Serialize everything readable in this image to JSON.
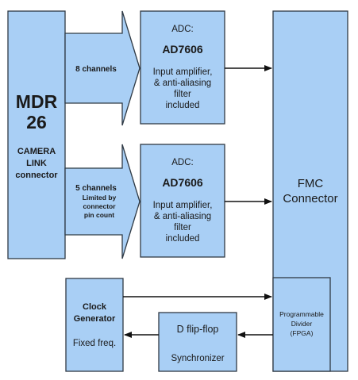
{
  "mdr": {
    "title_line1": "MDR",
    "title_line2": "26",
    "sub_line1": "CAMERA",
    "sub_line2": "LINK",
    "sub_line3": "connector"
  },
  "arrow_top": {
    "label": "8 channels"
  },
  "arrow_bottom": {
    "label_line1": "5 channels",
    "label_line2": "Limited by",
    "label_line3": "connector",
    "label_line4": "pin count"
  },
  "adc_top": {
    "heading": "ADC:",
    "chip": "AD7606",
    "line1": "Input amplifier,",
    "line2": "& anti-aliasing",
    "line3": "filter",
    "line4": "included"
  },
  "adc_bottom": {
    "heading": "ADC:",
    "chip": "AD7606",
    "line1": "Input amplifier,",
    "line2": "& anti-aliasing",
    "line3": "filter",
    "line4": "included"
  },
  "fmc": {
    "line1": "FMC",
    "line2": "Connector"
  },
  "divider": {
    "line1": "Programmable",
    "line2": "Divider",
    "line3": "(FPGA)"
  },
  "clock": {
    "line1": "Clock",
    "line2": "Generator",
    "line3": "Fixed freq."
  },
  "dff": {
    "title": "D flip-flop",
    "subtitle": "Synchronizer"
  }
}
